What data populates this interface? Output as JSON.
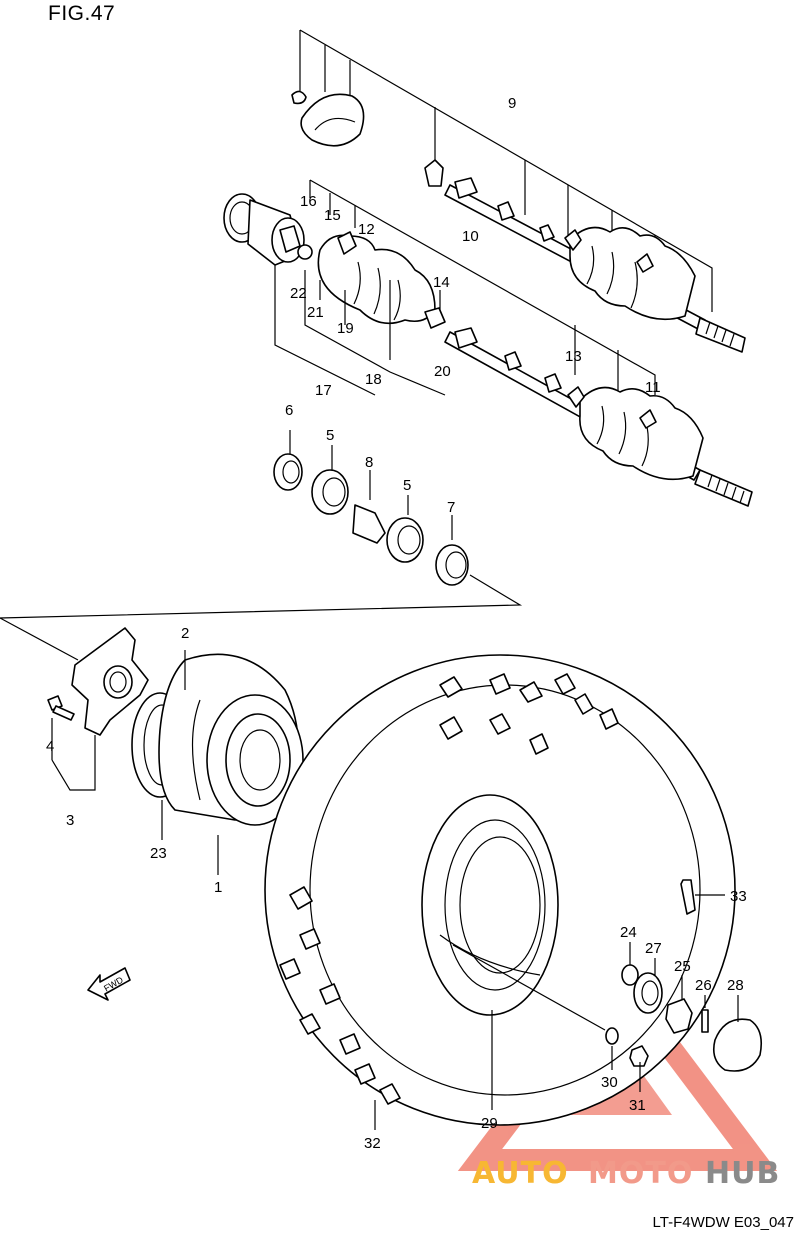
{
  "figure": {
    "title": "FIG.47",
    "code": "LT-F4WDW E03_047"
  },
  "direction_arrow": {
    "label": "FWD"
  },
  "watermark": {
    "part1": "AUTO",
    "part2": "MOTO",
    "part3": "HUB",
    "colors": {
      "auto": "#f7b733",
      "moto": "#f29a8a",
      "hub": "#8a8a8a",
      "triangle": "#f08070"
    }
  },
  "callouts": [
    {
      "id": "c1",
      "text": "1"
    },
    {
      "id": "c2",
      "text": "2"
    },
    {
      "id": "c3",
      "text": "3"
    },
    {
      "id": "c4",
      "text": "4"
    },
    {
      "id": "c5a",
      "text": "5"
    },
    {
      "id": "c5b",
      "text": "5"
    },
    {
      "id": "c6",
      "text": "6"
    },
    {
      "id": "c7",
      "text": "7"
    },
    {
      "id": "c8",
      "text": "8"
    },
    {
      "id": "c9",
      "text": "9"
    },
    {
      "id": "c10",
      "text": "10"
    },
    {
      "id": "c11",
      "text": "11"
    },
    {
      "id": "c12",
      "text": "12"
    },
    {
      "id": "c13",
      "text": "13"
    },
    {
      "id": "c14",
      "text": "14"
    },
    {
      "id": "c15",
      "text": "15"
    },
    {
      "id": "c16",
      "text": "16"
    },
    {
      "id": "c17",
      "text": "17"
    },
    {
      "id": "c18",
      "text": "18"
    },
    {
      "id": "c19",
      "text": "19"
    },
    {
      "id": "c20",
      "text": "20"
    },
    {
      "id": "c21",
      "text": "21"
    },
    {
      "id": "c22",
      "text": "22"
    },
    {
      "id": "c23",
      "text": "23"
    },
    {
      "id": "c24",
      "text": "24"
    },
    {
      "id": "c25",
      "text": "25"
    },
    {
      "id": "c26",
      "text": "26"
    },
    {
      "id": "c27",
      "text": "27"
    },
    {
      "id": "c28",
      "text": "28"
    },
    {
      "id": "c29",
      "text": "29"
    },
    {
      "id": "c30",
      "text": "30"
    },
    {
      "id": "c31",
      "text": "31"
    },
    {
      "id": "c32",
      "text": "32"
    },
    {
      "id": "c33",
      "text": "33"
    }
  ]
}
